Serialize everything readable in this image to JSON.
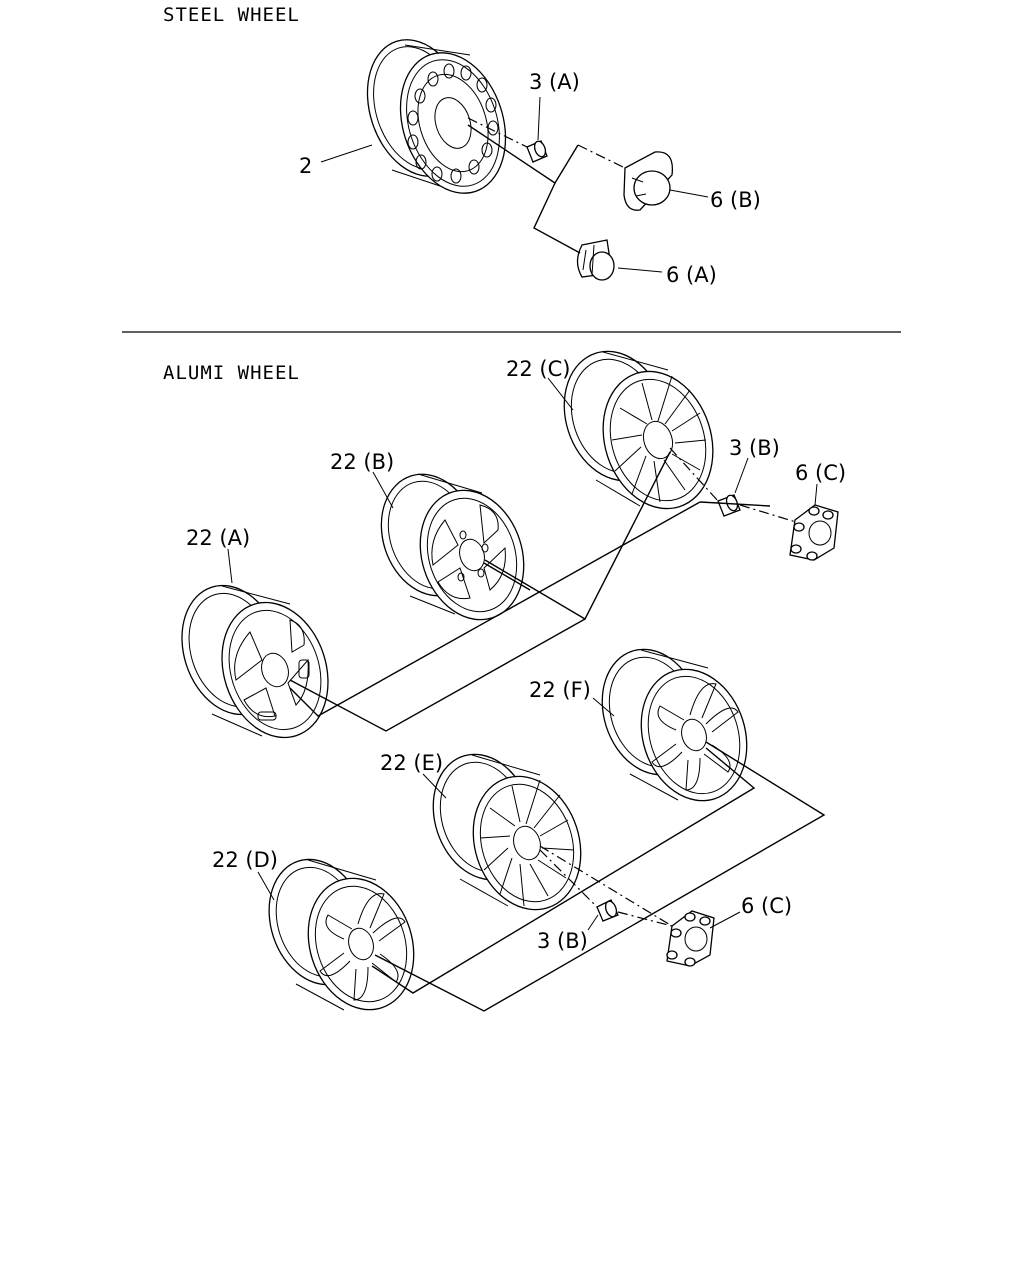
{
  "sections": {
    "steel": {
      "title": "STEEL WHEEL"
    },
    "alumi": {
      "title": "ALUMI WHEEL"
    }
  },
  "labels": {
    "wheel_steel": "2",
    "nut_a": "3 (A)",
    "cap_6b": "6 (B)",
    "cap_6a": "6 (A)",
    "wheel_22c": "22 (C)",
    "wheel_22b": "22 (B)",
    "wheel_22a": "22 (A)",
    "nut_b_upper": "3 (B)",
    "cap_6c_upper": "6 (C)",
    "wheel_22f": "22 (F)",
    "wheel_22e": "22 (E)",
    "wheel_22d": "22 (D)",
    "nut_b_lower": "3 (B)",
    "cap_6c_lower": "6 (C)"
  }
}
